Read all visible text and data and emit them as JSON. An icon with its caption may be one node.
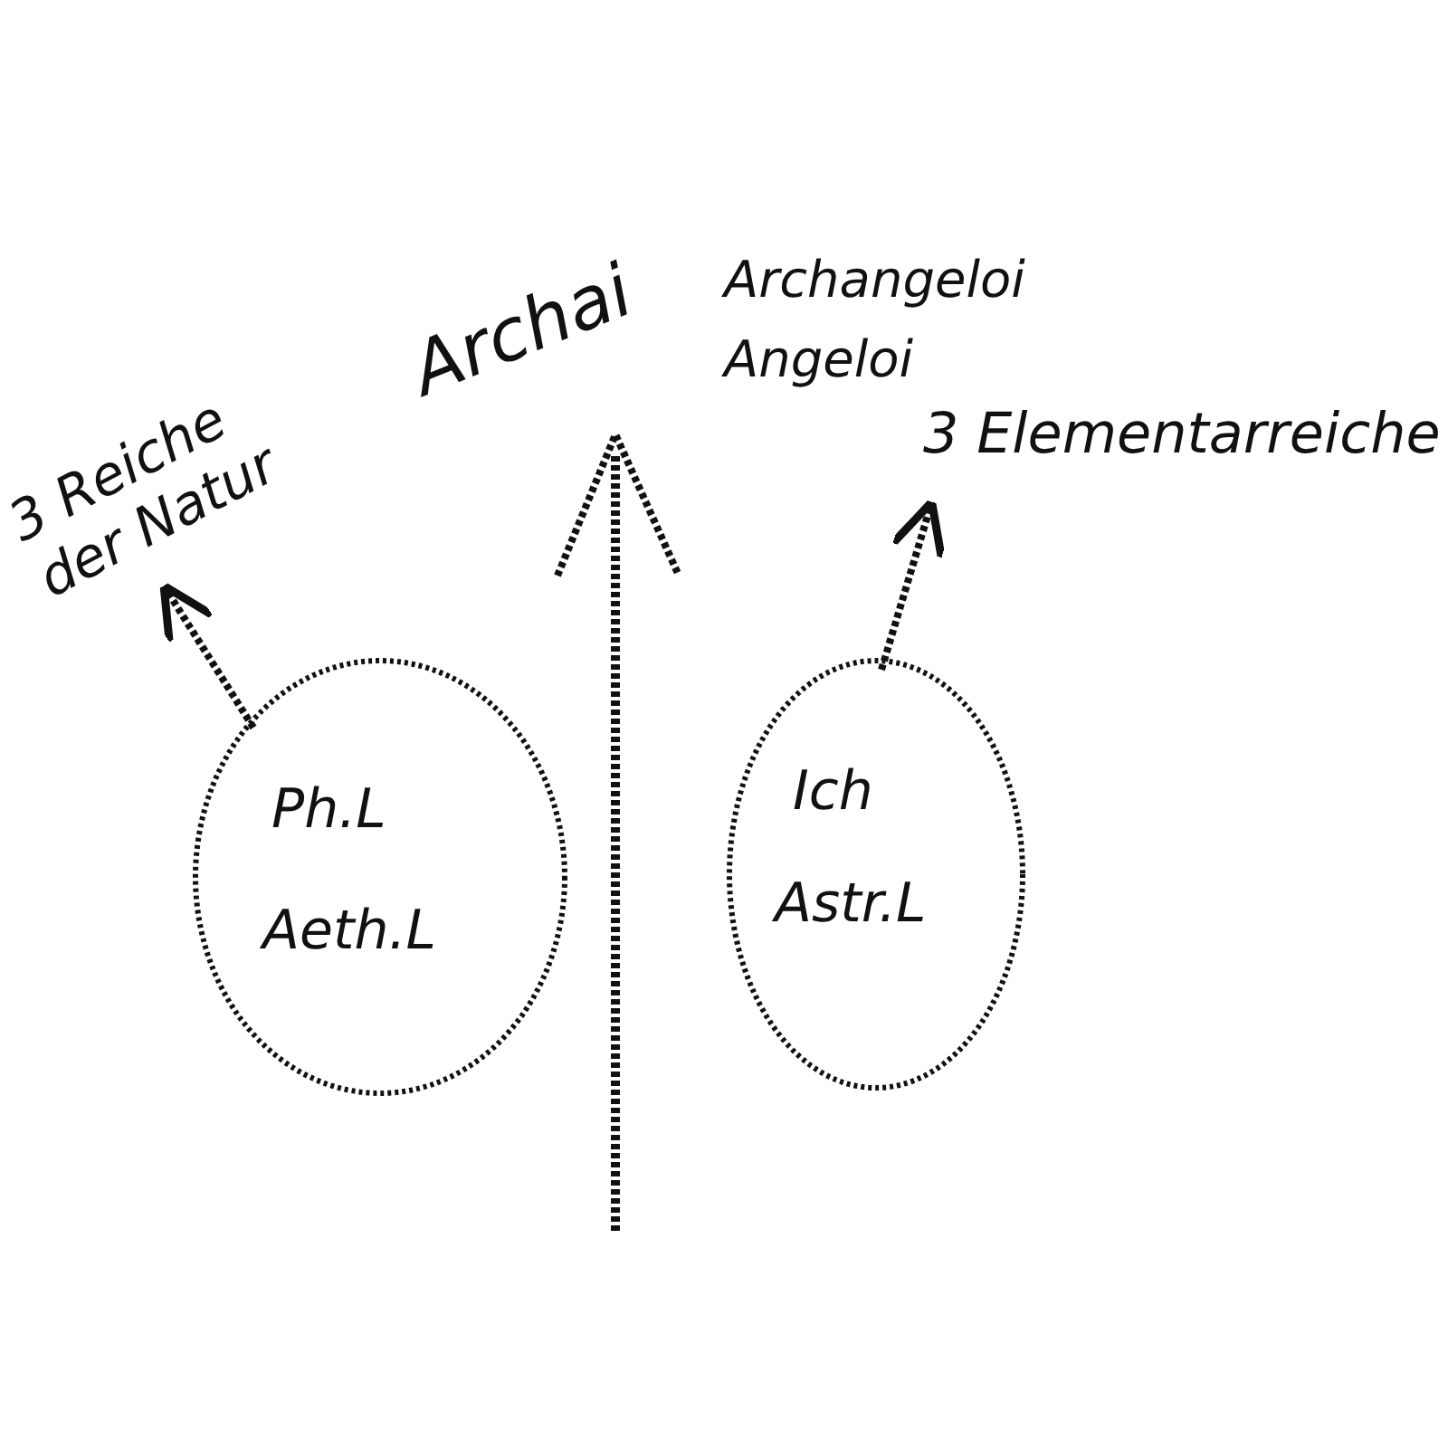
{
  "diagram": {
    "nodes": [
      {
        "text": [
          "Ph.L",
          "Aeth.L"
        ]
      },
      {
        "text": [
          "Ich",
          "Astr.L"
        ]
      },
      {
        "text": [
          "3 Reiche der Natur"
        ]
      },
      {
        "text": [
          "3 Elementarreiche"
        ]
      }
    ],
    "edges": [
      {
        "from": 0,
        "to": 2,
        "arrow": "to",
        "style": "dashed"
      },
      {
        "from": 1,
        "to": 3,
        "arrow": "to",
        "style": "dashed"
      }
    ],
    "labels": [
      "Archai",
      "Archangeloi",
      "Angeloi"
    ]
  }
}
